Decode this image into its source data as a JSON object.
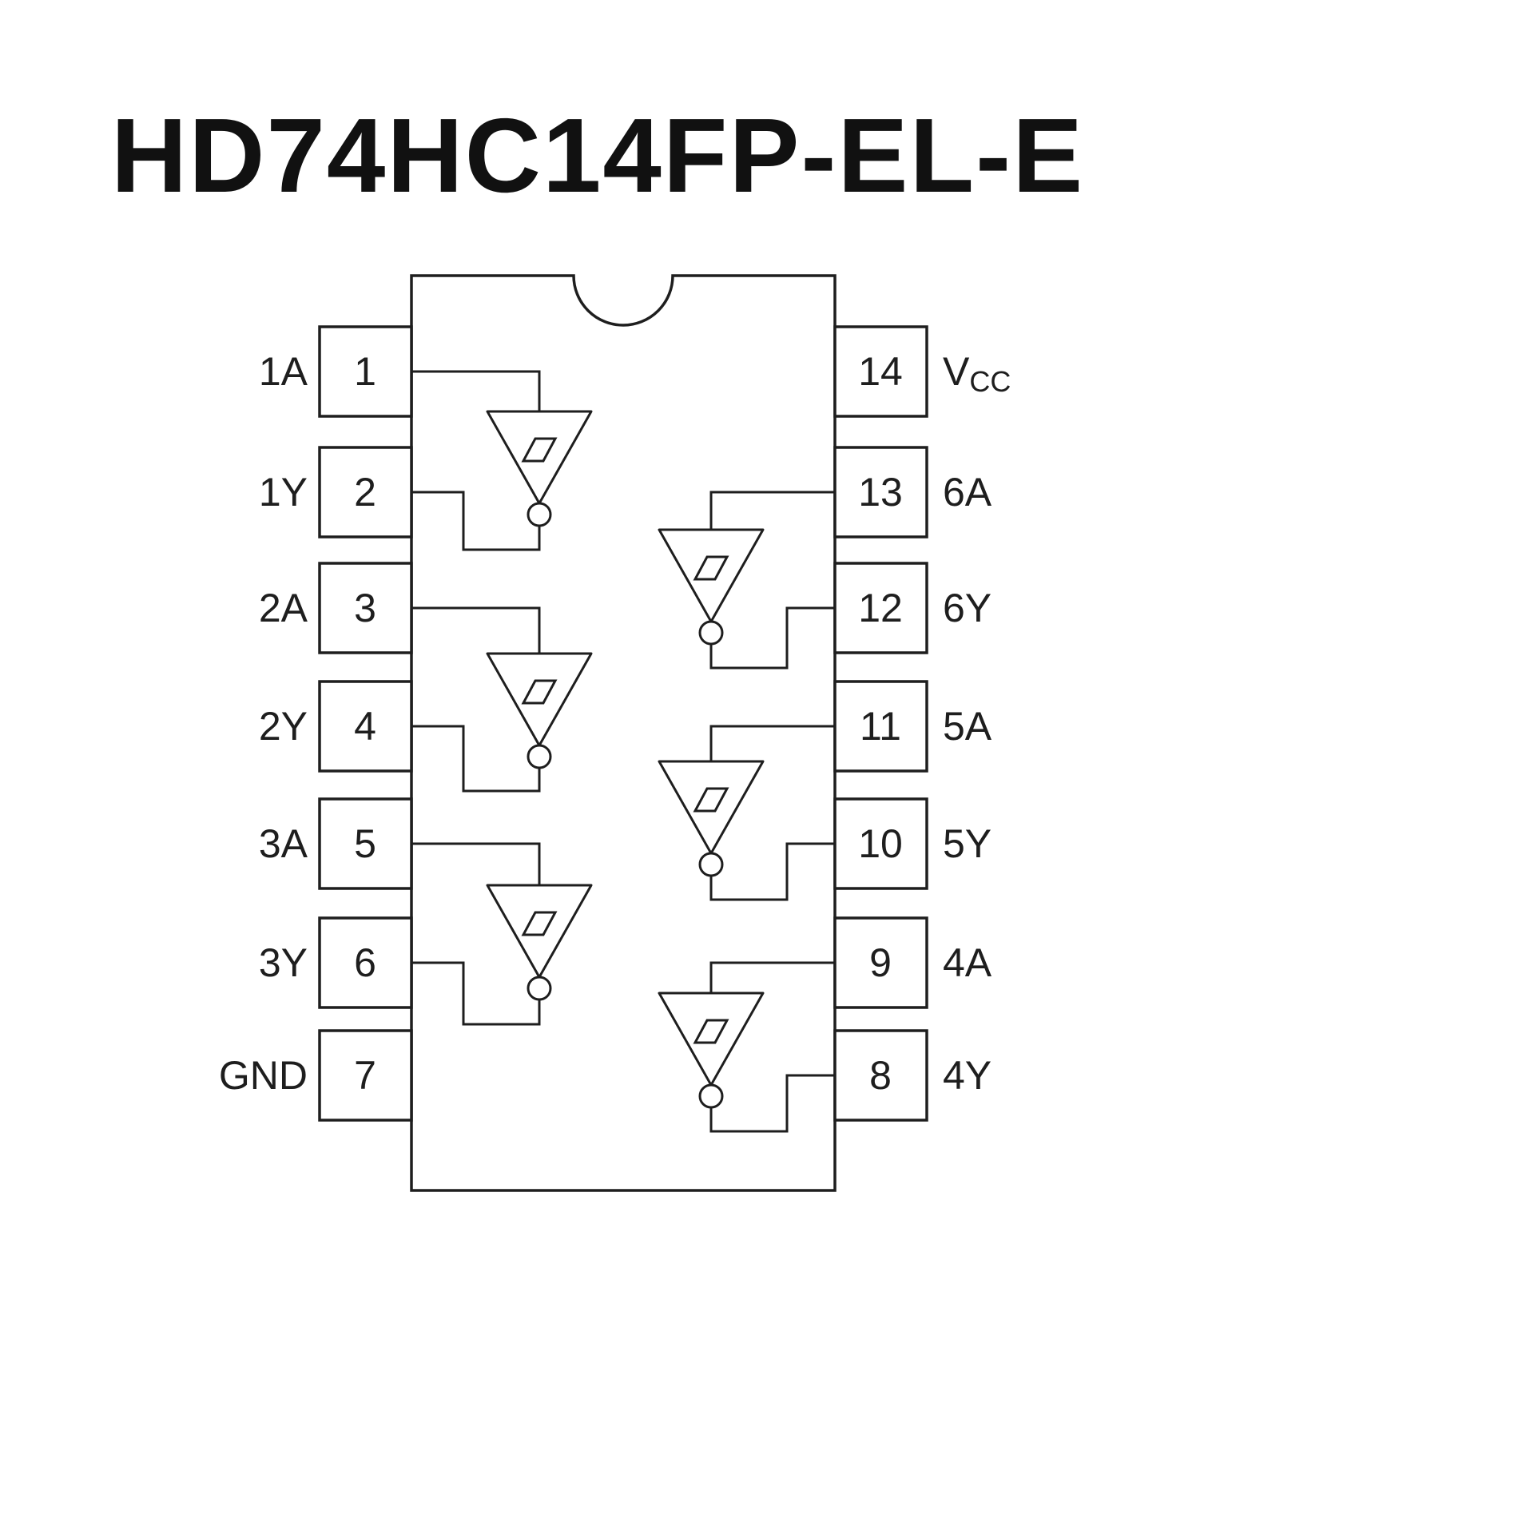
{
  "title": "HD74HC14FP-EL-E",
  "chip": {
    "package": "DIP-14",
    "gates": {
      "type": "schmitt-trigger-inverter",
      "count": 6
    },
    "left_pins": [
      {
        "number": "1",
        "label": "1A"
      },
      {
        "number": "2",
        "label": "1Y"
      },
      {
        "number": "3",
        "label": "2A"
      },
      {
        "number": "4",
        "label": "2Y"
      },
      {
        "number": "5",
        "label": "3A"
      },
      {
        "number": "6",
        "label": "3Y"
      },
      {
        "number": "7",
        "label": "GND"
      }
    ],
    "right_pins": [
      {
        "number": "14",
        "label": "VCC",
        "label_main": "V",
        "label_sub": "CC"
      },
      {
        "number": "13",
        "label": "6A"
      },
      {
        "number": "12",
        "label": "6Y"
      },
      {
        "number": "11",
        "label": "5A"
      },
      {
        "number": "10",
        "label": "5Y"
      },
      {
        "number": "9",
        "label": "4A"
      },
      {
        "number": "8",
        "label": "4Y"
      }
    ]
  },
  "colors": {
    "line": "#1e1e1e",
    "background": "#ffffff"
  }
}
